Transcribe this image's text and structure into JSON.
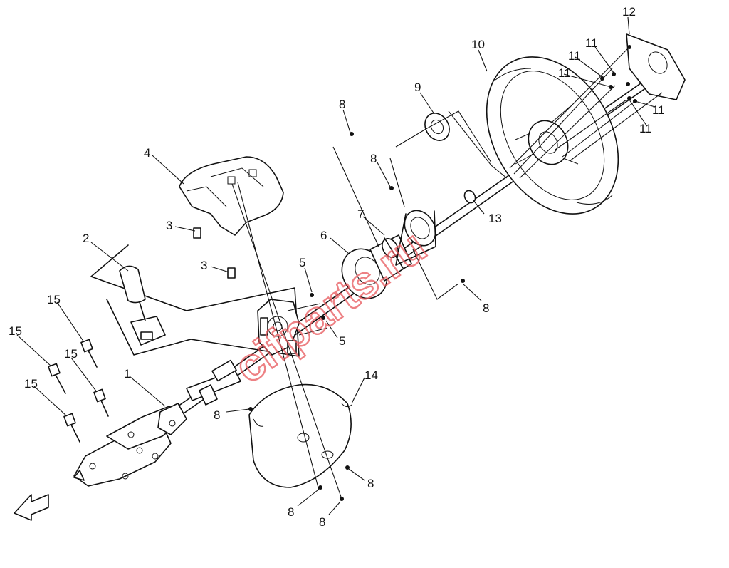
{
  "callouts": {
    "n1": "1",
    "n2": "2",
    "n3a": "3",
    "n3b": "3",
    "n4": "4",
    "n5a": "5",
    "n5b": "5",
    "n6": "6",
    "n7": "7",
    "n8a": "8",
    "n8b": "8",
    "n8c": "8",
    "n8d": "8",
    "n8e": "8",
    "n8f": "8",
    "n8g": "8",
    "n9": "9",
    "n10": "10",
    "n11a": "11",
    "n11b": "11",
    "n11c": "11",
    "n11d": "11",
    "n11e": "11",
    "n12": "12",
    "n13": "13",
    "n14": "14",
    "n15a": "15",
    "n15b": "15",
    "n15c": "15",
    "n15d": "15"
  },
  "watermark": "cifparts.ru",
  "colors": {
    "line": "#111111",
    "watermark": "#e8585c",
    "background": "#ffffff"
  },
  "icons": {
    "front-arrow": "front-direction-arrow-icon"
  }
}
